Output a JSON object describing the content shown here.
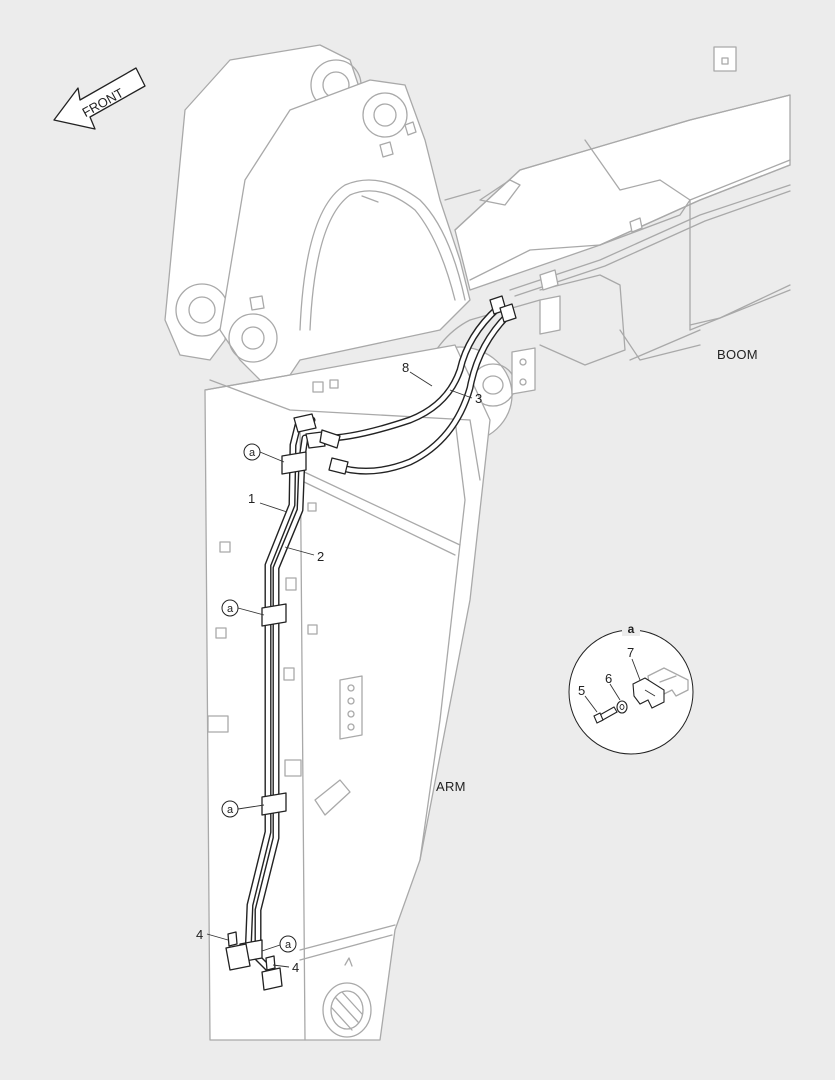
{
  "diagram": {
    "front_arrow_label": "FRONT",
    "boom_label": "BOOM",
    "arm_label": "ARM",
    "callout_marker": "a",
    "detail_title": "a",
    "part_labels": {
      "p1": "1",
      "p2": "2",
      "p3": "3",
      "p4_left": "4",
      "p4_right": "4",
      "p5": "5",
      "p6": "6",
      "p7": "7",
      "p8": "8"
    },
    "colors": {
      "background": "#ececec",
      "part_outline": "#a9a9a9",
      "hose_outline": "#222222",
      "text": "#222222"
    }
  }
}
